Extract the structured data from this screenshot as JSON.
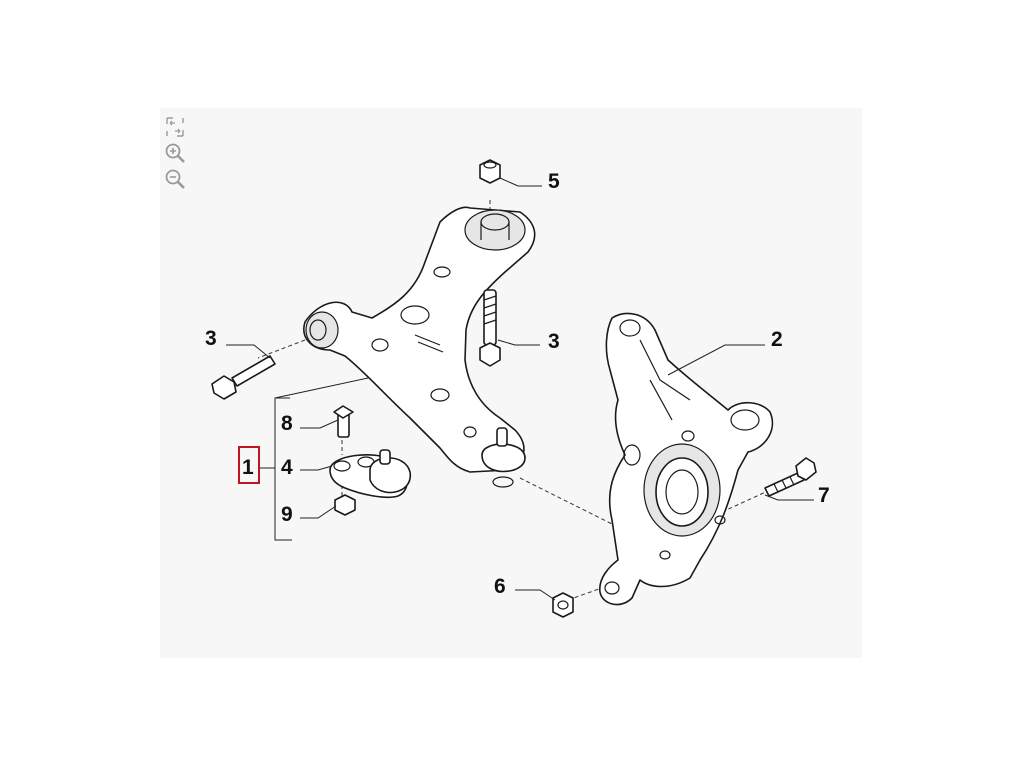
{
  "toolbar": {
    "icons": [
      "fit-page-icon",
      "zoom-in-icon",
      "zoom-out-icon"
    ]
  },
  "diagram": {
    "callouts": {
      "c1": "1",
      "c2": "2",
      "c3a": "3",
      "c3b": "3",
      "c4": "4",
      "c5": "5",
      "c6": "6",
      "c7": "7",
      "c8": "8",
      "c9": "9"
    },
    "highlight_color": "#c0141e",
    "highlighted_callout": "1"
  }
}
